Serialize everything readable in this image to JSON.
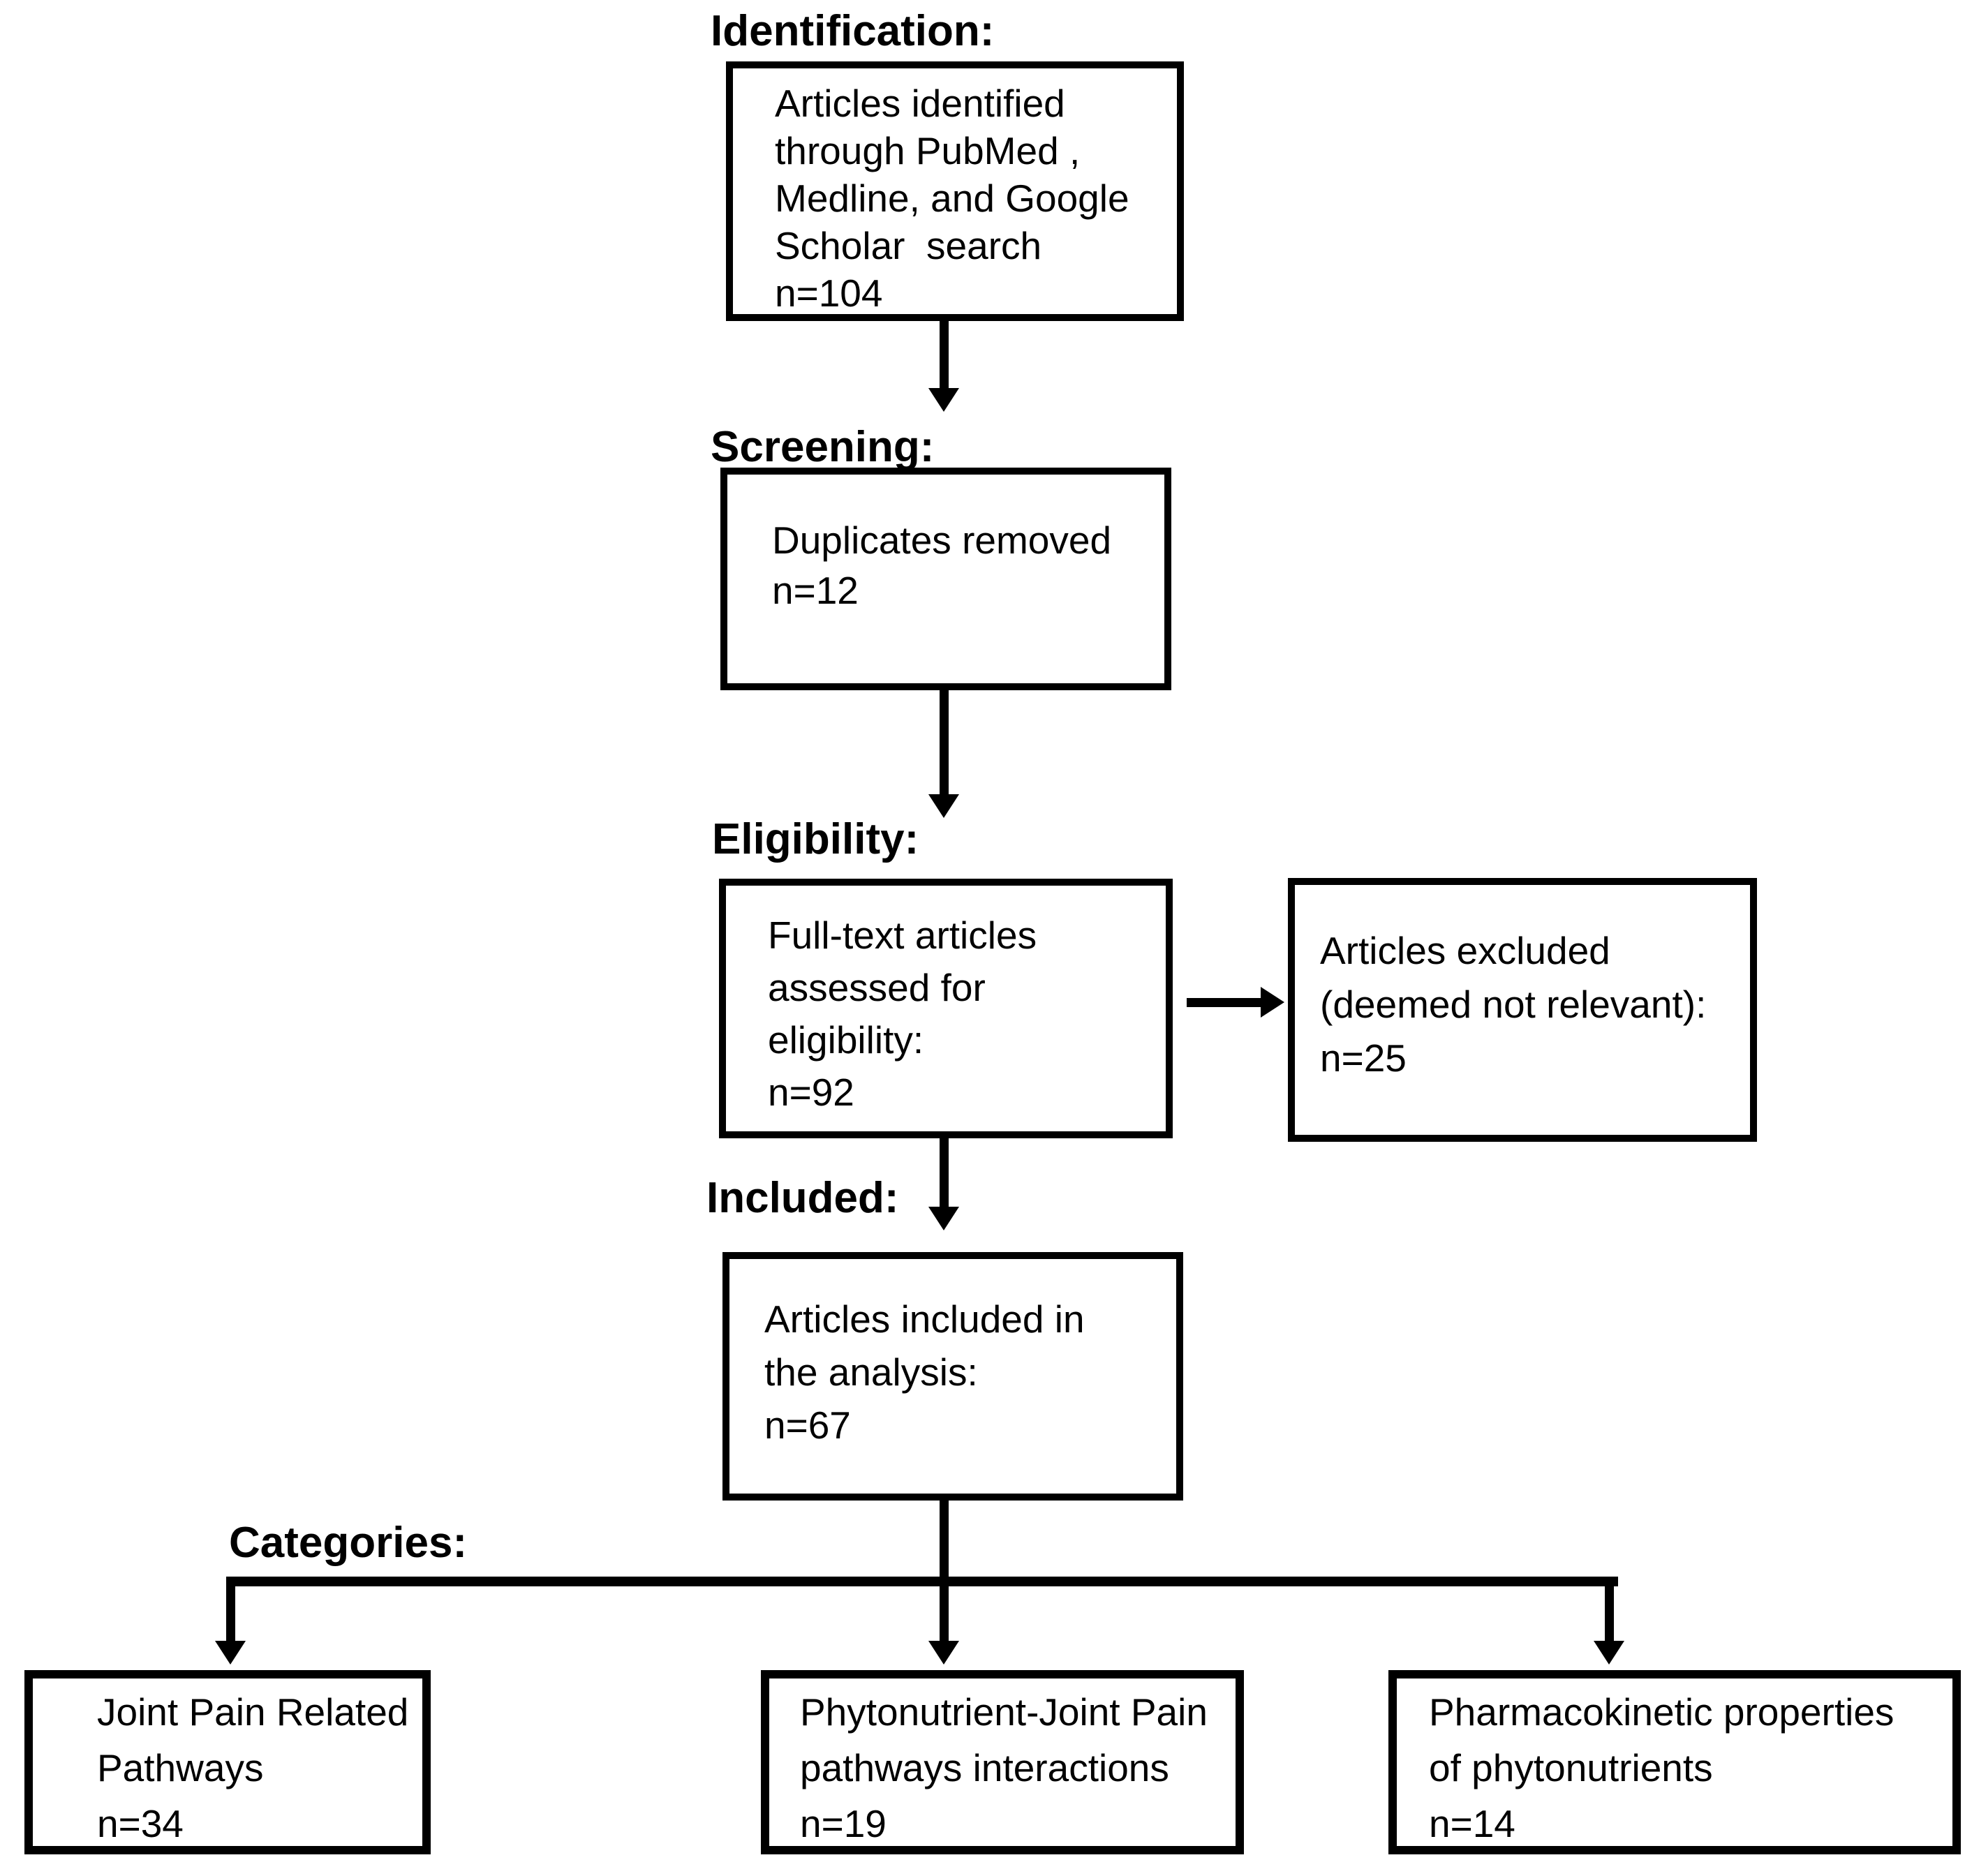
{
  "figure": {
    "colors": {
      "ink": "#000000",
      "background": "#ffffff"
    },
    "identification": {
      "heading": "Identification:",
      "count": 104,
      "lines": [
        "Articles identified",
        "through PubMed ,",
        "Medline, and Google",
        "Scholar  search",
        "n=104"
      ]
    },
    "screening": {
      "heading": "Screening:",
      "count": 12,
      "lines": [
        "Duplicates removed",
        "n=12"
      ]
    },
    "eligibility": {
      "heading": "Eligibility:",
      "count": 92,
      "lines": [
        "Full-text articles",
        "assessed for",
        "eligibility:",
        "n=92"
      ]
    },
    "excluded": {
      "count": 25,
      "lines": [
        "Articles excluded",
        "(deemed not relevant):",
        "n=25"
      ]
    },
    "included": {
      "heading": "Included:",
      "count": 67,
      "lines": [
        "Articles included in",
        "the analysis:",
        "n=67"
      ]
    },
    "categories": {
      "heading": "Categories:",
      "boxes": [
        {
          "count": 34,
          "lines": [
            "Joint Pain Related",
            "Pathways",
            "n=34"
          ]
        },
        {
          "count": 19,
          "lines": [
            "Phytonutrient-Joint Pain",
            "pathways interactions",
            "n=19"
          ]
        },
        {
          "count": 14,
          "lines": [
            "Pharmacokinetic properties",
            "of phytonutrients",
            "n=14"
          ]
        }
      ]
    }
  }
}
